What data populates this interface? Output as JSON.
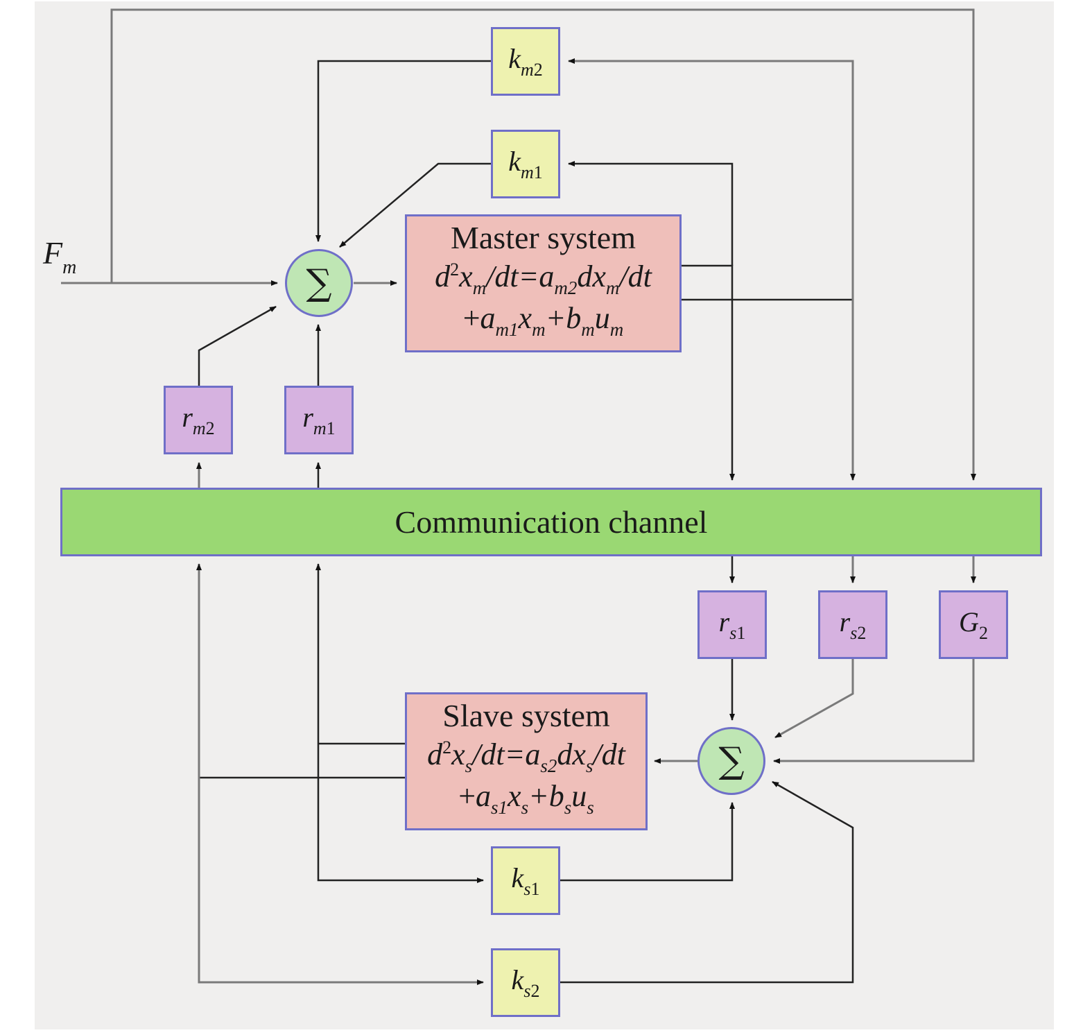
{
  "input_label": {
    "main": "F",
    "sub": "m"
  },
  "sum_symbol": "∑",
  "channel": {
    "label": "Communication channel"
  },
  "master": {
    "title": "Master system",
    "eq1": {
      "d": "d",
      "two": "2",
      "x": "x",
      "xs": "m",
      "slash_dt": "/dt=",
      "a": "a",
      "as": "m2",
      "dx": "dx",
      "dxs": "m",
      "tail": "/dt"
    },
    "eq2": {
      "plus": "+",
      "a": "a",
      "as": "m1",
      "x": "x",
      "xs": "m",
      "plus_b": "+b",
      "bs": "m",
      "u": "u",
      "us": "m"
    }
  },
  "slave": {
    "title": "Slave system",
    "eq1": {
      "d": "d",
      "two": "2",
      "x": "x",
      "xs": "s",
      "slash_dt": "/dt=",
      "a": "a",
      "as": "s2",
      "dx": "dx",
      "dxs": "s",
      "tail": "/dt"
    },
    "eq2": {
      "plus": "+",
      "a": "a",
      "as": "s1",
      "x": "x",
      "xs": "s",
      "plus_b": "+b",
      "bs": "s",
      "u": "u",
      "us": "s"
    }
  },
  "blocks": {
    "km2": {
      "main": "k",
      "sub_i": "m",
      "sub_n": "2"
    },
    "km1": {
      "main": "k",
      "sub_i": "m",
      "sub_n": "1"
    },
    "rm2": {
      "main": "r",
      "sub_i": "m",
      "sub_n": "2"
    },
    "rm1": {
      "main": "r",
      "sub_i": "m",
      "sub_n": "1"
    },
    "rs1": {
      "main": "r",
      "sub_i": "s",
      "sub_n": "1"
    },
    "rs2": {
      "main": "r",
      "sub_i": "s",
      "sub_n": "2"
    },
    "g2": {
      "main": "G",
      "sub_i": "",
      "sub_n": "2"
    },
    "ks1": {
      "main": "k",
      "sub_i": "s",
      "sub_n": "1"
    },
    "ks2": {
      "main": "k",
      "sub_i": "s",
      "sub_n": "2"
    }
  },
  "colors": {
    "background": "#f0efee",
    "gain_block": "#eef2b0",
    "channel_gain_block": "#d6b2e0",
    "system_block": "#efbfba",
    "channel": "#9ad873",
    "summing_junction": "#bfe6b4",
    "border": "#6f6fc8",
    "wire": "#222222",
    "wire_grey": "#808080"
  }
}
